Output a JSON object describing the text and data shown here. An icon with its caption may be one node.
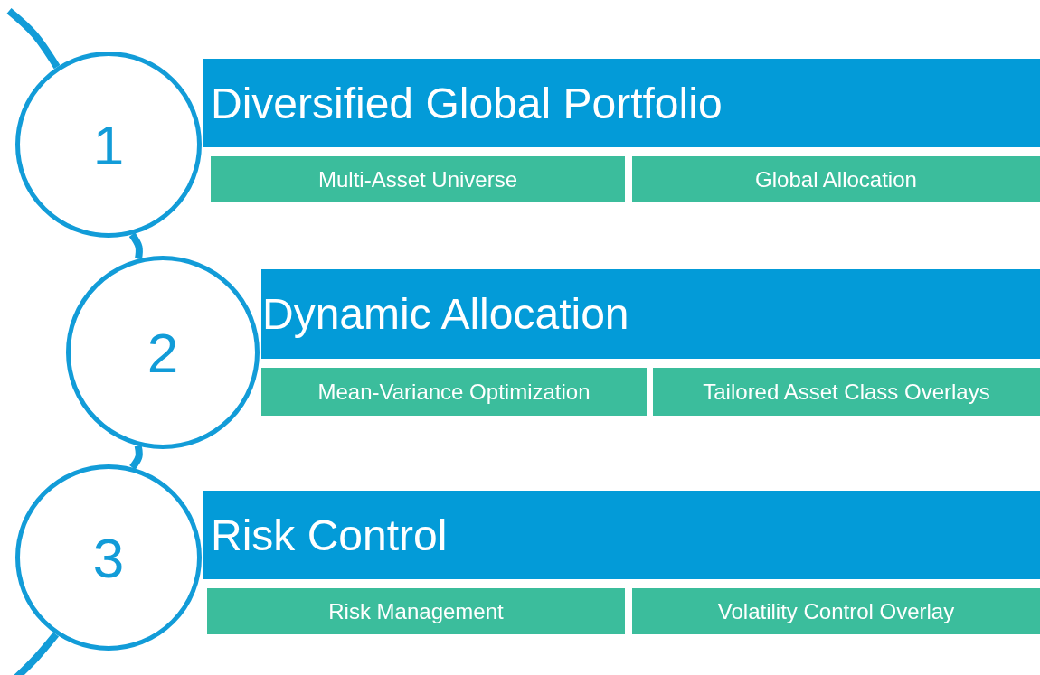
{
  "diagram": {
    "nodes": [
      {
        "text": [
          "1"
        ]
      },
      {
        "text": [
          "Diversified Global Portfolio"
        ]
      },
      {
        "text": [
          "Multi-Asset Universe"
        ]
      },
      {
        "text": [
          "Global Allocation"
        ]
      },
      {
        "text": [
          "2"
        ]
      },
      {
        "text": [
          "Dynamic Allocation"
        ]
      },
      {
        "text": [
          "Mean-Variance Optimization"
        ]
      },
      {
        "text": [
          "Tailored Asset Class Overlays"
        ]
      },
      {
        "text": [
          "3"
        ]
      },
      {
        "text": [
          "Risk Control"
        ]
      },
      {
        "text": [
          "Risk Management"
        ]
      },
      {
        "text": [
          "Volatility Control Overlay"
        ]
      }
    ],
    "edges": [
      {
        "from": null,
        "to": 0,
        "arrow": "none"
      },
      {
        "from": 0,
        "to": 4,
        "arrow": "none"
      },
      {
        "from": 4,
        "to": 8,
        "arrow": "none"
      },
      {
        "from": 8,
        "to": null,
        "arrow": "none"
      }
    ]
  }
}
